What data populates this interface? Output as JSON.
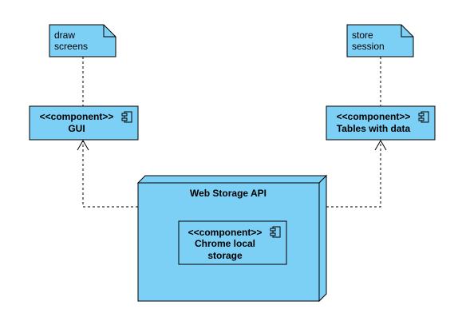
{
  "colors": {
    "fill": "#7ccff5",
    "stroke": "#000000",
    "background": "#ffffff"
  },
  "notes": {
    "left": {
      "line1": "draw",
      "line2": "screens"
    },
    "right": {
      "line1": "store",
      "line2": "session"
    }
  },
  "components": {
    "gui": {
      "stereotype": "<<component>>",
      "name": "GUI"
    },
    "tables": {
      "stereotype": "<<component>>",
      "name": "Tables with data"
    },
    "chrome": {
      "stereotype": "<<component>>",
      "name_line1": "Chrome local",
      "name_line2": "storage"
    }
  },
  "node": {
    "title": "Web Storage API"
  }
}
